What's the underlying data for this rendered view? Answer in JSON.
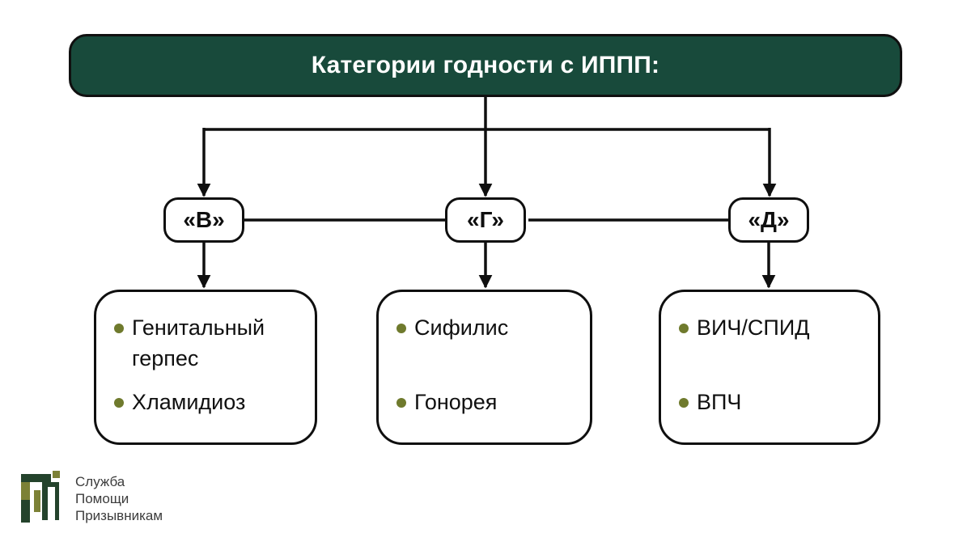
{
  "header": {
    "title": "Категории годности с ИППП:"
  },
  "categories": [
    {
      "label": "«В»",
      "items": [
        "Генитальный герпес",
        "Хламидиоз"
      ]
    },
    {
      "label": "«Г»",
      "items": [
        "Сифилис",
        "Гонорея"
      ]
    },
    {
      "label": "«Д»",
      "items": [
        "ВИЧ/СПИД",
        "ВПЧ"
      ]
    }
  ],
  "logo": {
    "lines": [
      "Служба",
      "Помощи",
      "Призывникам"
    ]
  },
  "colors": {
    "header_bg": "#184a3b",
    "line": "#0f0f0f",
    "bullet": "#6f7a2d",
    "logo_dark": "#24432c",
    "logo_olive": "#7c8136",
    "logo_text": "#3c3c3c"
  }
}
